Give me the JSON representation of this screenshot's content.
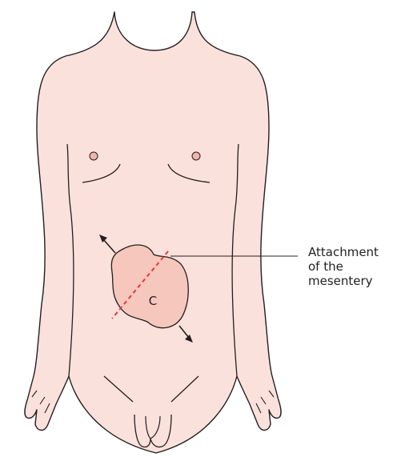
{
  "figure": {
    "colors": {
      "skin": "#fbe1dc",
      "outline": "#231f20",
      "nipple": "#f2b3ae",
      "defect_fill": "#f6c7bd",
      "dashed_line": "#e8353a",
      "arrow": "#231f20"
    },
    "defect_label": "C",
    "callout": {
      "lines": [
        "Attachment",
        "of the",
        "mesentery"
      ]
    },
    "icons": [
      "arrow-upper-left-icon",
      "arrow-lower-right-icon"
    ]
  }
}
